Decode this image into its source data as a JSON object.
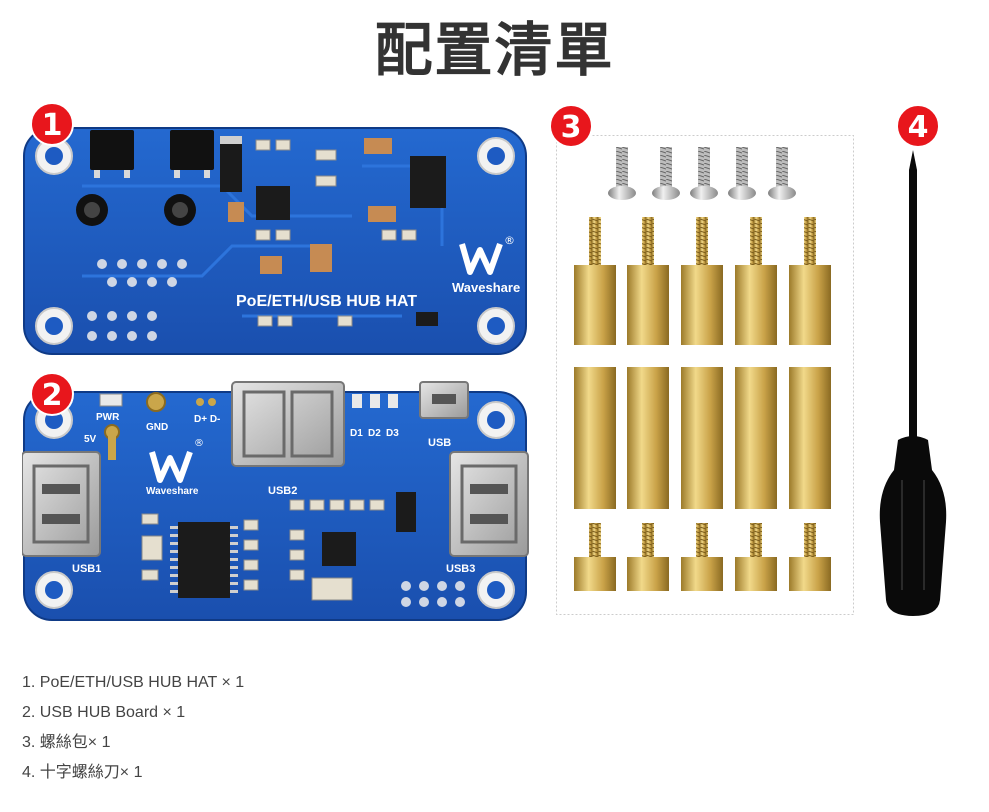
{
  "title": "配置清單",
  "badges": [
    "1",
    "2",
    "3",
    "4"
  ],
  "hat_board": {
    "silk_label": "PoE/ETH/USB HUB HAT",
    "brand": "Waveshare",
    "registered": "®"
  },
  "hub_board": {
    "brand": "Waveshare",
    "registered": "®",
    "labels": {
      "pwr": "PWR",
      "gnd": "GND",
      "five_v": "5V",
      "d_plus_minus": "D+ D-",
      "d1": "D1",
      "d2": "D2",
      "d3": "D3",
      "usb": "USB",
      "usb1": "USB1",
      "usb2": "USB2",
      "usb3": "USB3"
    }
  },
  "items": [
    "1. PoE/ETH/USB HUB HAT × 1",
    "2. USB HUB Board × 1",
    "3. 螺絲包× 1",
    "4. 十字螺絲刀× 1"
  ],
  "colors": {
    "pcb": "#1e5bc2",
    "pcb_dark": "#163f8f",
    "brass": "#caa64a",
    "badge": "#e8161c",
    "title": "#333333"
  }
}
